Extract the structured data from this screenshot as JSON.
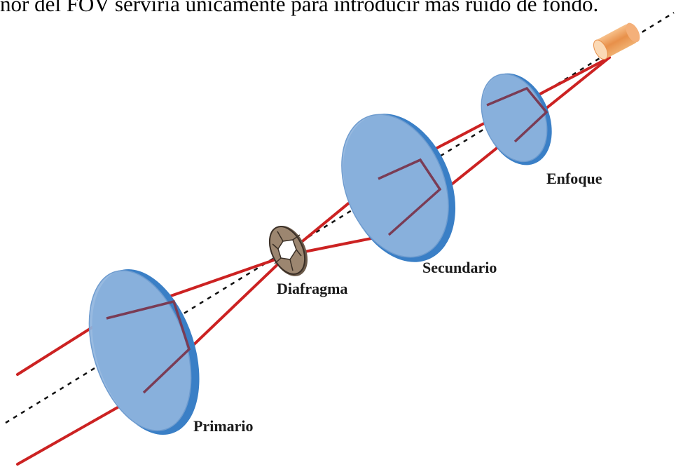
{
  "header": {
    "text": "ñor del FOV serviría únicamente para introducir más ruido de fondo."
  },
  "labels": {
    "primario": "Primario",
    "diafragma": "Diafragma",
    "secundario": "Secundario",
    "enfoque": "Enfoque"
  },
  "colors": {
    "ray": "#cc2222",
    "lens_fill": "#8fb4dd",
    "lens_edge": "#3a7fc6",
    "diaphragm": "#8a7560",
    "source": "#e8904a",
    "axis": "#111111"
  }
}
